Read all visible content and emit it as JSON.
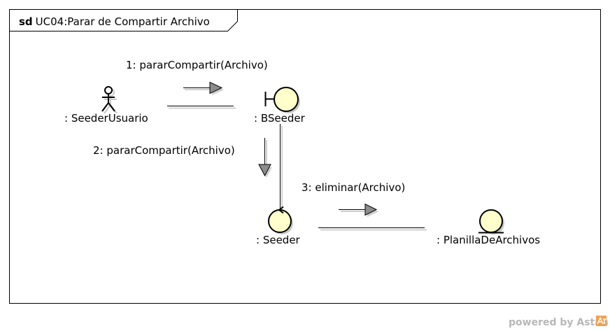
{
  "frame": {
    "keyword": "sd",
    "name": "UC04:Parar de Compartir Archivo"
  },
  "lifelines": {
    "actor": ": SeederUsuario",
    "boundary": ": BSeeder",
    "control": ": Seeder",
    "entity": ": PlanillaDeArchivos"
  },
  "messages": {
    "m1": "1: pararCompartir(Archivo)",
    "m2": "2: pararCompartir(Archivo)",
    "m3": "3: eliminar(Archivo)"
  },
  "watermark": "powered by Astah",
  "colors": {
    "object_fill": "#ffffcc",
    "shadow": "#c8c8c8",
    "arrow_fill": "#8c8c8c",
    "watermark_logo": "#f0a050"
  }
}
